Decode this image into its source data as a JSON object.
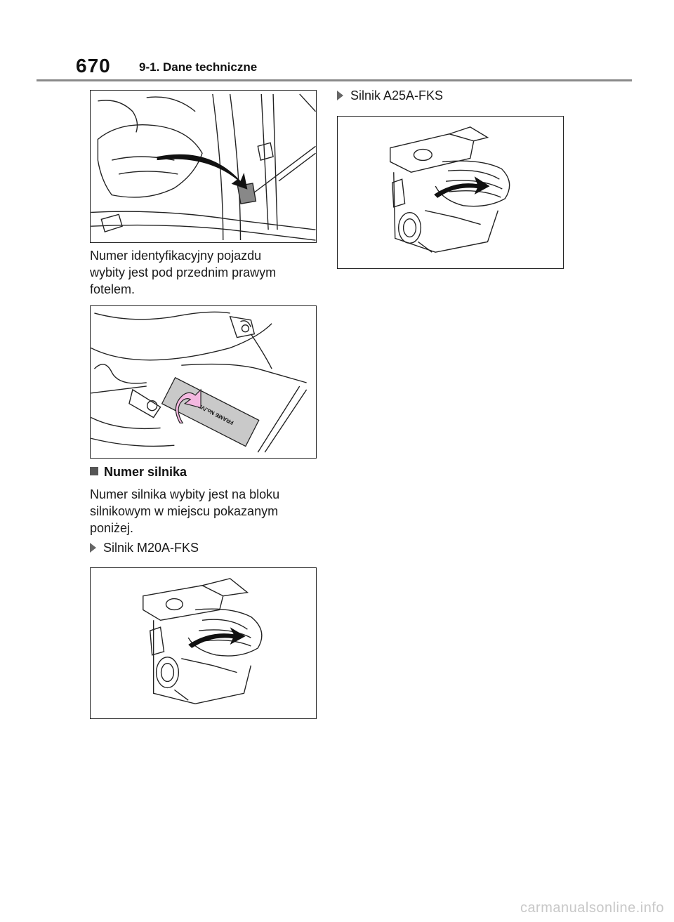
{
  "header": {
    "page_number": "670",
    "section_title": "9-1. Dane techniczne"
  },
  "left_column": {
    "vin_paragraph": [
      "Numer identyfikacyjny pojazdu",
      "wybity jest pod przednim prawym",
      "fotelem."
    ],
    "plate_label": "FRAME No./VIN",
    "engine_heading": "Numer silnika",
    "engine_paragraph": [
      "Numer silnika wybity jest na bloku",
      "silnikowym w miejscu pokazanym",
      "poniżej."
    ],
    "engine_m20a_label": "Silnik M20A-FKS"
  },
  "right_column": {
    "engine_a25a_label": "Silnik A25A-FKS"
  },
  "colors": {
    "accent_arrow": "#f3b8e0",
    "rule": "#8a8a8a"
  },
  "watermark": "carmanualsonline.info"
}
